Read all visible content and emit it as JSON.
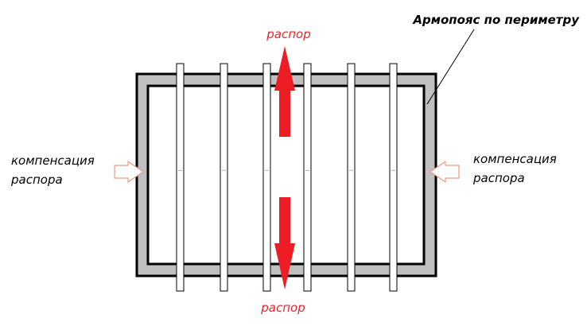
{
  "labels": {
    "belt_title": "Армопояс по периметру",
    "spread_top": "распор",
    "spread_bottom": "распор",
    "compensation_left_line1": "компенсация",
    "compensation_left_line2": "распора",
    "compensation_right_line1": "компенсация",
    "compensation_right_line2": "распора"
  },
  "colors": {
    "belt_fill": "#c0c0c0",
    "outline": "#000000",
    "spread_arrow": "#ee1c25",
    "spread_text": "#e8262c",
    "compensation_arrow_stroke": "#e89a86",
    "text": "#000000"
  },
  "elements": {
    "rebar_count": 6,
    "icons": [
      "spread-arrow-up-icon",
      "spread-arrow-down-icon",
      "compensation-arrow-left-icon",
      "compensation-arrow-right-icon"
    ]
  }
}
